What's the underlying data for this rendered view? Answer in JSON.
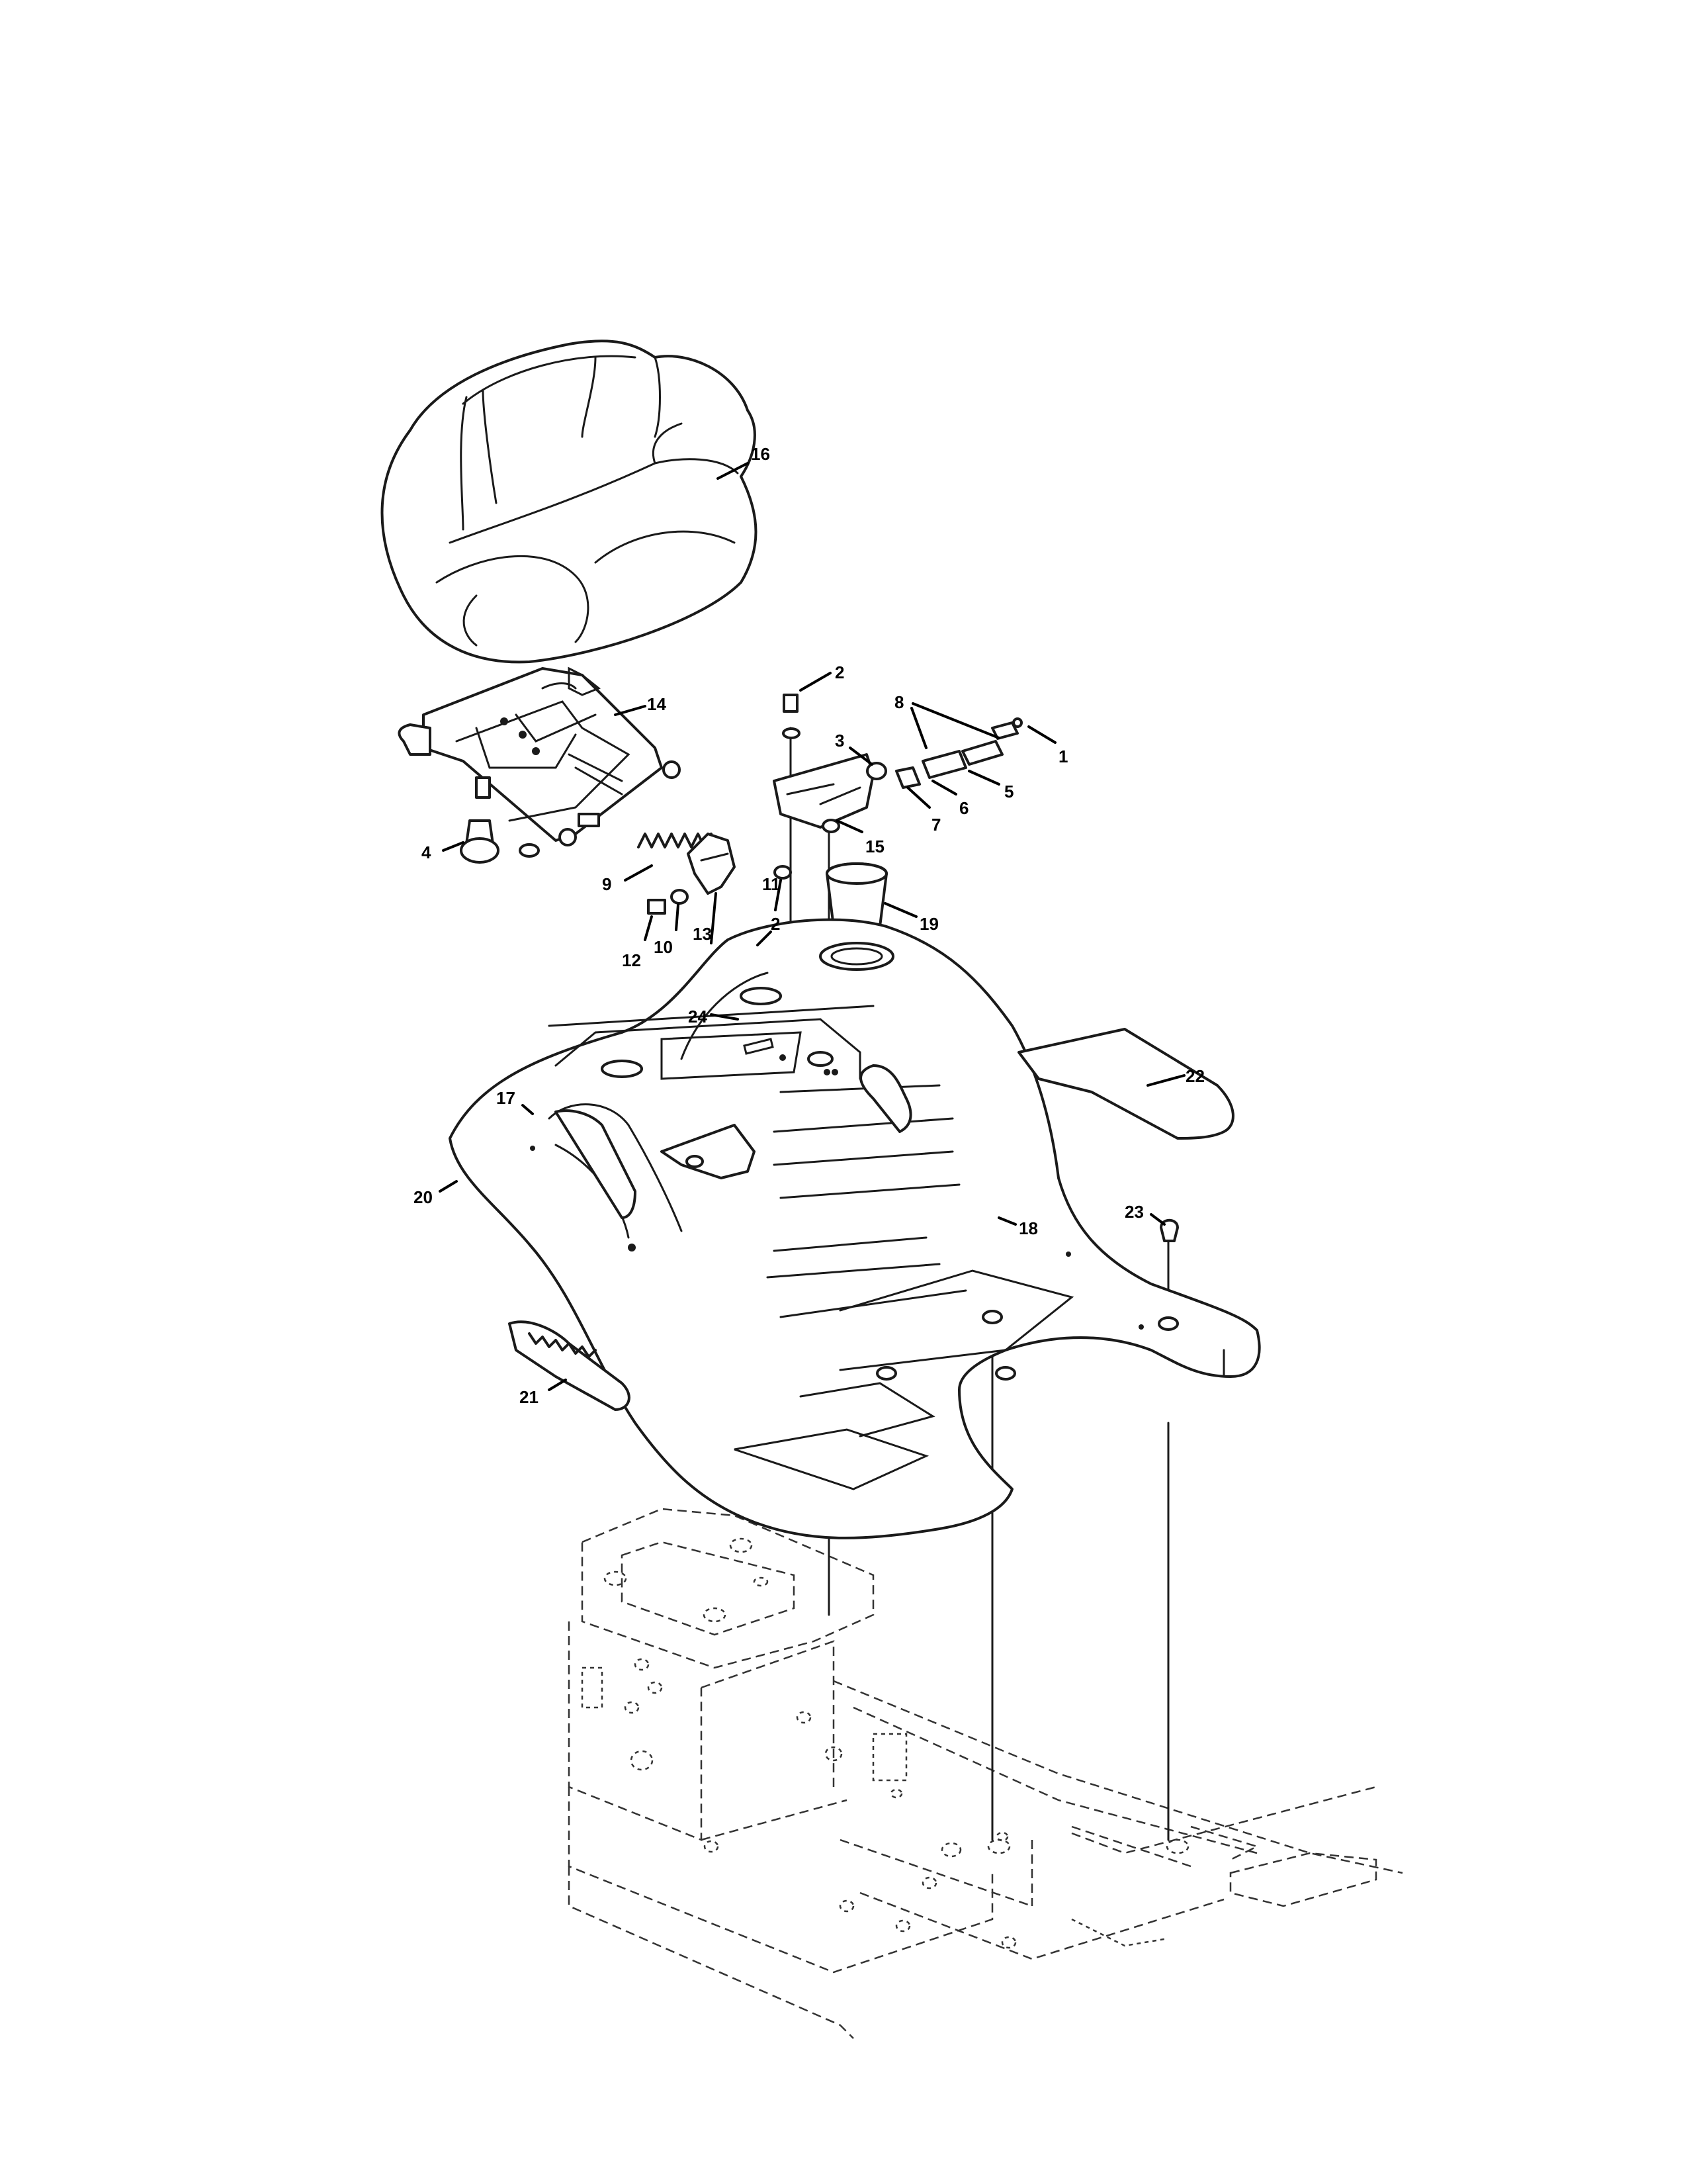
{
  "callouts": [
    {
      "id": "c1",
      "label": "1"
    },
    {
      "id": "c2a",
      "label": "2"
    },
    {
      "id": "c2b",
      "label": "2"
    },
    {
      "id": "c3",
      "label": "3"
    },
    {
      "id": "c4",
      "label": "4"
    },
    {
      "id": "c5",
      "label": "5"
    },
    {
      "id": "c6",
      "label": "6"
    },
    {
      "id": "c7",
      "label": "7"
    },
    {
      "id": "c8",
      "label": "8"
    },
    {
      "id": "c9",
      "label": "9"
    },
    {
      "id": "c10",
      "label": "10"
    },
    {
      "id": "c11",
      "label": "11"
    },
    {
      "id": "c12",
      "label": "12"
    },
    {
      "id": "c13",
      "label": "13"
    },
    {
      "id": "c14",
      "label": "14"
    },
    {
      "id": "c15",
      "label": "15"
    },
    {
      "id": "c16",
      "label": "16"
    },
    {
      "id": "c17",
      "label": "17"
    },
    {
      "id": "c18",
      "label": "18"
    },
    {
      "id": "c19",
      "label": "19"
    },
    {
      "id": "c20",
      "label": "20"
    },
    {
      "id": "c21",
      "label": "21"
    },
    {
      "id": "c22",
      "label": "22"
    },
    {
      "id": "c23",
      "label": "23"
    },
    {
      "id": "c24",
      "label": "24"
    }
  ]
}
